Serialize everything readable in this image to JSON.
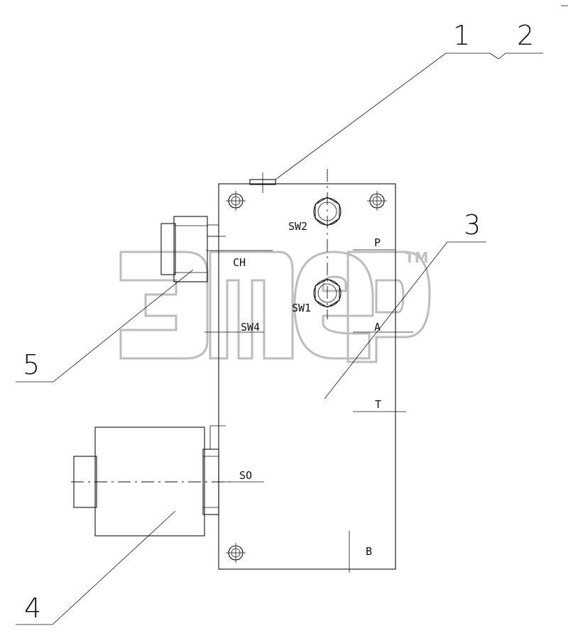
{
  "callouts": {
    "c1": "1",
    "c2": "2",
    "c3": "3",
    "c4": "4",
    "c5": "5"
  },
  "ports": {
    "sw2": "SW2",
    "p": "P",
    "ch": "CH",
    "sw1": "SW1",
    "sw4": "SW4",
    "a": "A",
    "t": "T",
    "so": "SO",
    "b": "B"
  },
  "watermark": {
    "tm": "TM"
  }
}
